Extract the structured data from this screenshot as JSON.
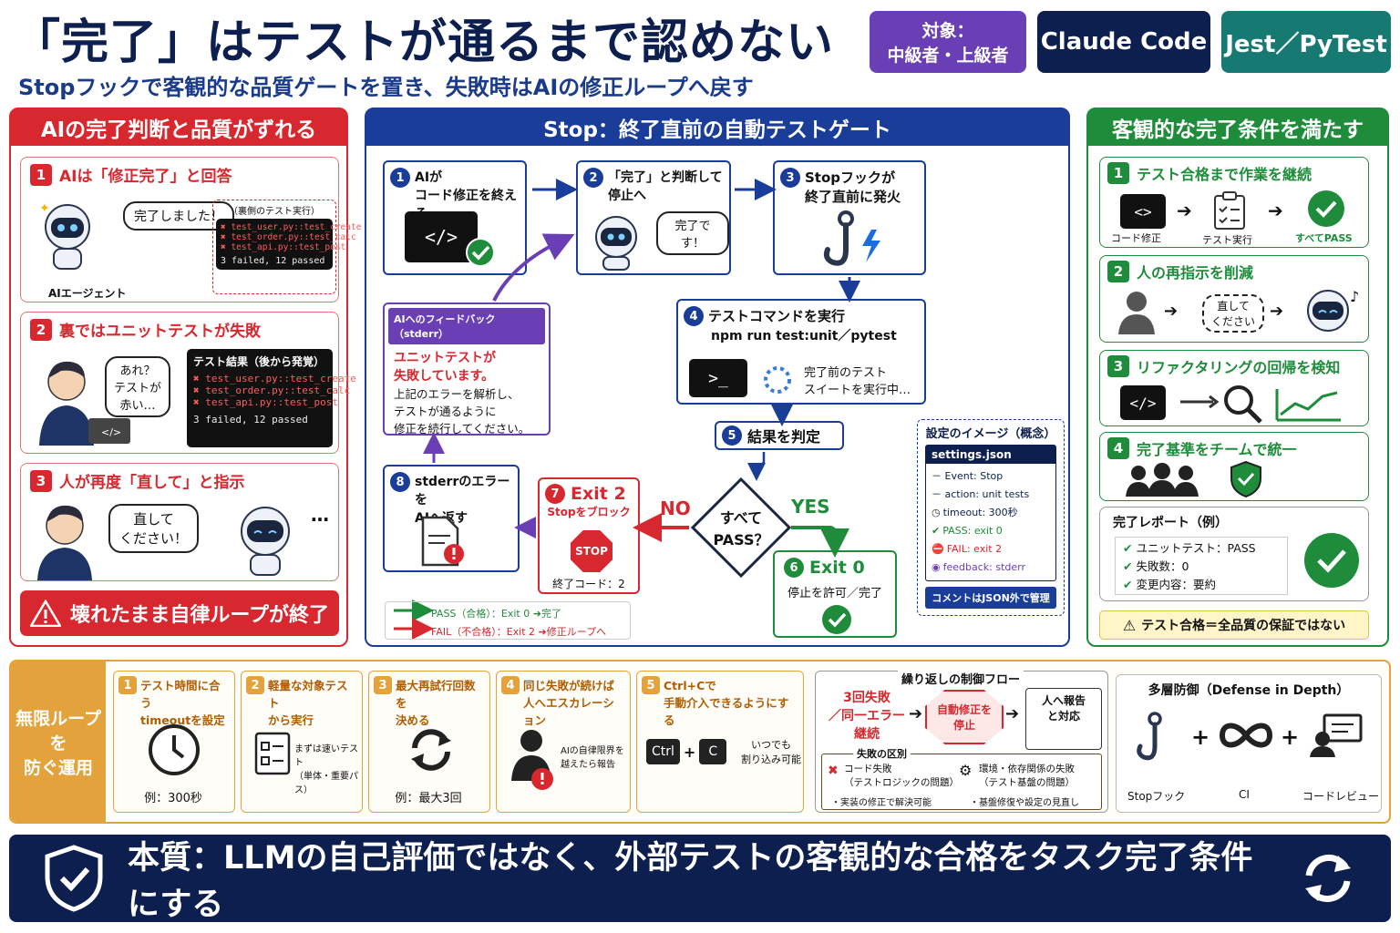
{
  "header": {
    "title": "「完了」はテストが通るまで認めない",
    "subtitle": "Stopフックで客観的な品質ゲートを置き、失敗時はAIの修正ループへ戻す",
    "tag_target": "対象：\n中級者・上級者",
    "tag_tool": "Claude Code",
    "tag_test": "Jest／PyTest"
  },
  "left": {
    "head": "AIの完了判断と品質がずれる",
    "c1": {
      "num": "1",
      "title": "AIは「修正完了」と回答",
      "bubble": "完了しました！",
      "robot_label": "AIエージェント",
      "behind": "（裏側のテスト実行）",
      "errors": [
        "test_user.py::test_create",
        "test_order.py::test_calc",
        "test_api.py::test_post"
      ],
      "summary": "3 failed, 12 passed"
    },
    "c2": {
      "num": "2",
      "title": "裏ではユニットテストが失敗",
      "bubble": "あれ？\nテストが\n赤い…",
      "term_title": "テスト結果（後から発覚）",
      "errors": [
        "test_user.py::test_create",
        "test_order.py::test_calc",
        "test_api.py::test_post"
      ],
      "summary": "3 failed, 12 passed",
      "laptop": "</>"
    },
    "c3": {
      "num": "3",
      "title": "人が再度「直して」と指示",
      "bubble": "直して\nください！",
      "dots": "…"
    },
    "warn": "壊れたまま自律ループが終了"
  },
  "center": {
    "head": "Stop：終了直前の自動テストゲート",
    "s1": {
      "num": "1",
      "text": "AIが\nコード修正を終える",
      "code": "</>"
    },
    "s2": {
      "num": "2",
      "text": "「完了」と判断して\n停止へ",
      "bubble": "完了です！"
    },
    "s3": {
      "num": "3",
      "text": "Stopフックが\n終了直前に発火"
    },
    "s4": {
      "num": "4",
      "text": "テストコマンドを実行",
      "cmd": "npm run test:unit／pytest",
      "prompt": ">_",
      "running": "完了前のテスト\nスイートを実行中…"
    },
    "s5": {
      "num": "5",
      "text": "結果を判定"
    },
    "decision": "すべて\nPASS？",
    "yes": "YES",
    "no": "NO",
    "s6": {
      "num": "6",
      "text": "Exit 0",
      "sub": "停止を許可／完了"
    },
    "s7": {
      "num": "7",
      "text": "Exit 2",
      "sub": "Stopをブロック",
      "stop": "STOP",
      "code": "終了コード：2"
    },
    "s8": {
      "num": "8",
      "text": "stderrのエラーを\nAIへ返す"
    },
    "feedback": {
      "title": "AIへのフィードバック（stderr）",
      "red": "ユニットテストが\n失敗しています。",
      "body": "上記のエラーを解析し、\nテストが通るように\n修正を続行してください。"
    },
    "legend_pass": "PASS（合格）：Exit 0 ➜完了",
    "legend_fail": "FAIL（不合格）：Exit 2 ➜修正ループへ",
    "settings": {
      "title": "設定のイメージ（概念）",
      "file": "settings.json",
      "lines": [
        "－ Event:  Stop",
        "－ action:  unit tests",
        "timeout:  300秒",
        "PASS:  exit 0",
        "FAIL:  exit 2",
        "feedback:  stderr"
      ],
      "note": "コメントはJSON外で管理"
    }
  },
  "right": {
    "head": "客観的な完了条件を満たす",
    "c1": {
      "num": "1",
      "title": "テスト合格まで作業を継続",
      "labels": [
        "コード修正",
        "テスト実行",
        "すべてPASS"
      ]
    },
    "c2": {
      "num": "2",
      "title": "人の再指示を削減",
      "bubble": "直して\nください"
    },
    "c3": {
      "num": "3",
      "title": "リファクタリングの回帰を検知"
    },
    "c4": {
      "num": "4",
      "title": "完了基準をチームで統一"
    },
    "report": {
      "title": "完了レポート（例）",
      "items": [
        "ユニットテスト：PASS",
        "失敗数：0",
        "変更内容：要約"
      ]
    },
    "warn": "テスト合格＝全品質の保証ではない"
  },
  "bottom": {
    "side": "無限ループを\n防ぐ運用",
    "ops": [
      {
        "num": "1",
        "title": "テスト時間に合う\ntimeoutを設定",
        "foot": "例：300秒"
      },
      {
        "num": "2",
        "title": "軽量な対象テスト\nから実行",
        "note": "まずは速いテスト\n（単体・重要パス）"
      },
      {
        "num": "3",
        "title": "最大再試行回数を\n決める",
        "foot": "例：最大3回"
      },
      {
        "num": "4",
        "title": "同じ失敗が続けば\n人へエスカレーション",
        "note": "AIの自律限界を\n越えたら報告"
      },
      {
        "num": "5",
        "title": "Ctrl+Cで\n手動介入できるようにする",
        "note": "いつでも\n割り込み可能",
        "keys": [
          "Ctrl",
          "C"
        ]
      }
    ],
    "flow": {
      "title": "繰り返しの制御フロー",
      "a": "3回失敗\n／同一エラー\n継続",
      "b": "自動修正を\n停止",
      "c": "人へ報告\nと対応",
      "dist_title": "失敗の区別",
      "code_fail": "コード失敗\n（テストロジックの問題）",
      "code_fix": "・実装の修正で解決可能",
      "env_fail": "環境・依存関係の失敗\n（テスト基盤の問題）",
      "env_fix": "・基盤修復や設定の見直し"
    },
    "defense": {
      "title": "多層防御（Defense in Depth）",
      "items": [
        "Stopフック",
        "CI",
        "コードレビュー"
      ]
    }
  },
  "footer": "本質：LLMの自己評価ではなく、外部テストの客観的な合格をタスク完了条件にする",
  "colors": {
    "red": "#d7282f",
    "navy": "#0d1f4e",
    "blue": "#1a3d9a",
    "green": "#1e8c3a",
    "orange": "#e3a23c",
    "purple": "#6a3fb5",
    "teal": "#167a72"
  }
}
